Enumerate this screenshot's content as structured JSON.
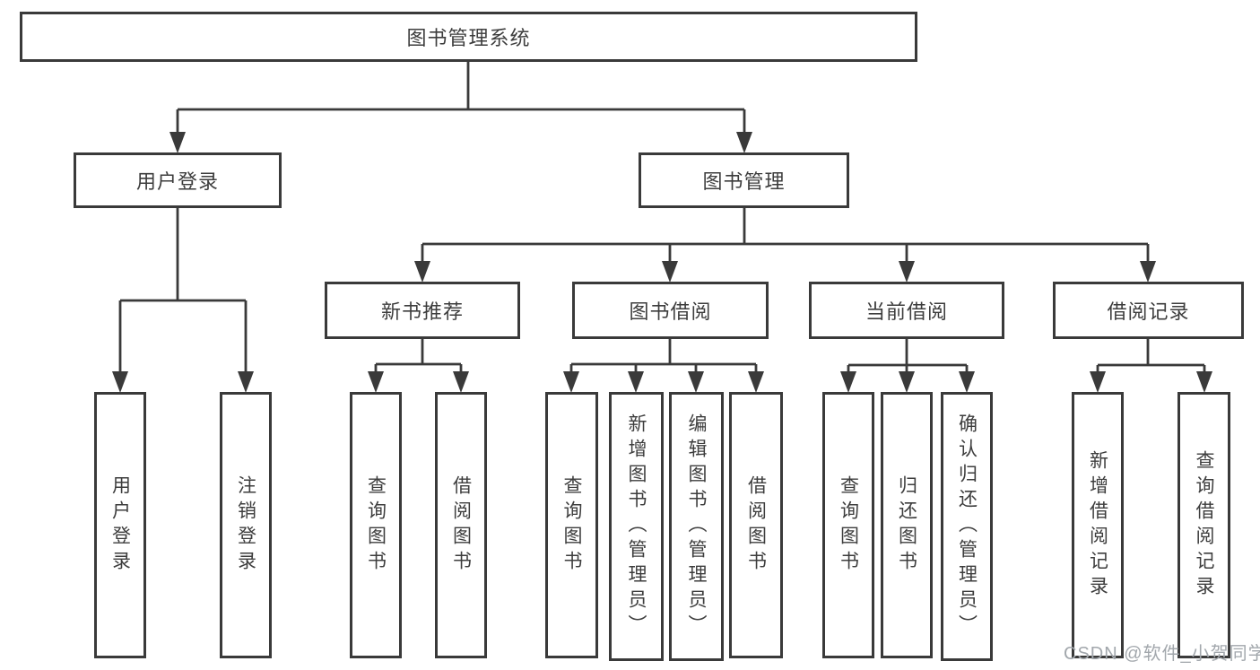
{
  "diagram": {
    "title": "图书管理系统",
    "branches": [
      {
        "label": "用户登录",
        "children": [
          "用户登录",
          "注销登录"
        ]
      },
      {
        "label": "图书管理",
        "sections": [
          {
            "label": "新书推荐",
            "children": [
              "查询图书",
              "借阅图书"
            ]
          },
          {
            "label": "图书借阅",
            "children": [
              "查询图书",
              "新增图书（管理员）",
              "编辑图书（管理员）",
              "借阅图书"
            ]
          },
          {
            "label": "当前借阅",
            "children": [
              "查询图书",
              "归还图书",
              "确认归还（管理员）"
            ]
          },
          {
            "label": "借阅记录",
            "children": [
              "新增借阅记录",
              "查询借阅记录"
            ]
          }
        ]
      }
    ]
  },
  "watermark": "CSDN @软件_小贺同学",
  "colors": {
    "line": "#3a3a3a",
    "text": "#3d3d3d",
    "watermark": "#a2a7ac",
    "background": "#ffffff"
  }
}
